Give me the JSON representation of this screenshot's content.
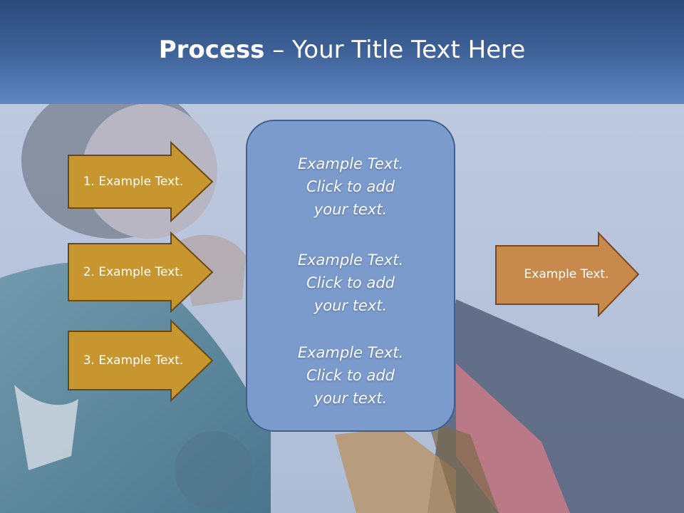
{
  "header": {
    "title_bold": "Process",
    "title_rest": " – Your Title Text Here"
  },
  "steps": [
    {
      "label": "1. Example Text."
    },
    {
      "label": "2. Example Text."
    },
    {
      "label": "3. Example Text."
    }
  ],
  "center": {
    "blocks": [
      {
        "lines": [
          "Example Text.",
          "Click  to add",
          "your text."
        ]
      },
      {
        "lines": [
          "Example Text.",
          "Click  to add",
          "your text."
        ]
      },
      {
        "lines": [
          "Example Text.",
          "Click  to add",
          "your text."
        ]
      }
    ]
  },
  "result": {
    "label": "Example Text."
  },
  "colors": {
    "header_dark": "#2c4a7a",
    "step_fill": "#c7962f",
    "step_border": "#6b4a12",
    "result_fill": "#c8894d",
    "result_border": "#7a4a1e",
    "center_fill": "#7b9bcc",
    "center_border": "#3e5f8e"
  }
}
